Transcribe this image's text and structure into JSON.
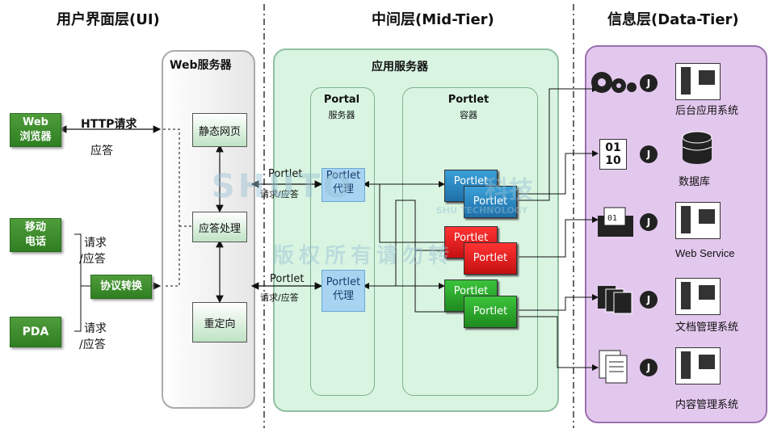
{
  "sections": {
    "ui": "用户界面层(UI)",
    "mid": "中间层(Mid-Tier)",
    "data": "信息层(Data-Tier)"
  },
  "clients": {
    "web_browser": "Web\n浏览器",
    "mobile": "移动\n电话",
    "pda": "PDA",
    "protocol": "协议转换"
  },
  "labels": {
    "http_request": "HTTP请求",
    "response": "应答",
    "request1": "请求",
    "response1": "/应答",
    "request2": "请求",
    "response2": "/应答"
  },
  "web_server": {
    "title": "Web服务器",
    "static": "静态网页",
    "handler": "应答处理",
    "redirect": "重定向"
  },
  "app_server": {
    "title": "应用服务器",
    "portal_title": "Portal",
    "portal_sub": "服务器",
    "container_title": "Portlet",
    "container_sub": "容器",
    "proxy_label": "Portlet",
    "proxy_sub": "代理",
    "req_label_top": "Portlet",
    "req_label_bottom": "请求/应答",
    "portlet": "Portlet"
  },
  "data_tier": {
    "backend": "后台应用系统",
    "database": "数据库",
    "webservice": "Web Service",
    "docmgmt": "文档管理系统",
    "content": "内容管理系统",
    "binary": "01\n10"
  },
  "watermark": {
    "main": "SHUTO",
    "tech": "科技",
    "sub": "SHU    TECHNOLOGY",
    "copyright": "版权所有请勿转"
  },
  "colors": {
    "client_green": "#3a8a2a",
    "mid_panel": "#d9f5e2",
    "data_panel": "#e3c8ee",
    "proxy_blue": "#a8d4f2"
  }
}
